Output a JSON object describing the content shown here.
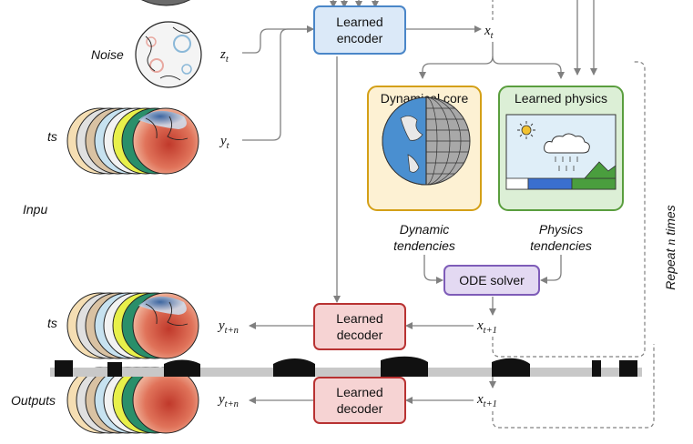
{
  "left_labels": {
    "noise": "Noise",
    "inputs_part": "ts",
    "inputs_cropped": "Inpu",
    "outputs_part": "ts",
    "outputs": "Outputs"
  },
  "vars": {
    "z_base": "z",
    "z_sub": "t",
    "y_base": "y",
    "y_sub": "t",
    "x_base": "x",
    "x_sub": "t",
    "x1_base": "x",
    "x1_sub": "t+1",
    "x2_base": "x",
    "x2_sub": "t+1",
    "yn1_base": "y",
    "yn1_sub": "t+n",
    "yn2_base": "y",
    "yn2_sub": "t+n"
  },
  "boxes": {
    "encoder_line1": "Learned",
    "encoder_line2": "encoder",
    "dyncore": "Dynamical core",
    "physics": "Learned physics",
    "ode": "ODE solver",
    "decoder1_line1": "Learned",
    "decoder1_line2": "decoder",
    "decoder2_line1": "Learned",
    "decoder2_line2": "decoder"
  },
  "tendencies": {
    "dyn_line1": "Dynamic",
    "dyn_line2": "tendencies",
    "phys_line1": "Physics",
    "phys_line2": "tendencies"
  },
  "repeat": {
    "prefix": "Repeat ",
    "var": "n",
    "suffix": " times"
  },
  "colors": {
    "encoder_fill": "#dbe9f8",
    "encoder_stroke": "#4a86c8",
    "dyn_fill": "#fdf1d3",
    "dyn_stroke": "#d4a017",
    "phys_fill": "#dcefd6",
    "phys_stroke": "#5a9e3e",
    "ode_fill": "#e3d9f2",
    "ode_stroke": "#7e5cb8",
    "decoder_fill": "#f6d3d3",
    "decoder_stroke": "#b83232",
    "arrow": "#808080"
  },
  "icons": [
    "noise-globe-icon",
    "input-globes-icon",
    "output-globes-icon",
    "earth-grid-icon",
    "sun-icon",
    "cloud-icon",
    "rain-icon",
    "mountain-icon"
  ]
}
